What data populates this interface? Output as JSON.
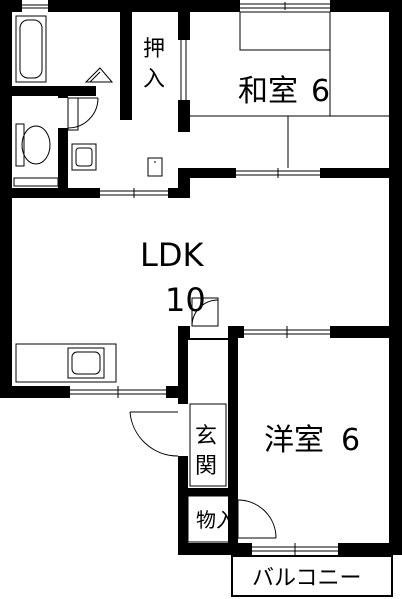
{
  "rooms": {
    "washitsu": {
      "name": "和室",
      "size": "6"
    },
    "oshiire": {
      "line1": "押",
      "line2": "入"
    },
    "ldk": {
      "name": "LDK",
      "size": "10"
    },
    "genkan": {
      "line1": "玄",
      "line2": "関"
    },
    "monoire": {
      "name": "物入"
    },
    "yoshitsu": {
      "name": "洋室",
      "size": "6"
    },
    "balcony": {
      "name": "バルコニー"
    }
  }
}
